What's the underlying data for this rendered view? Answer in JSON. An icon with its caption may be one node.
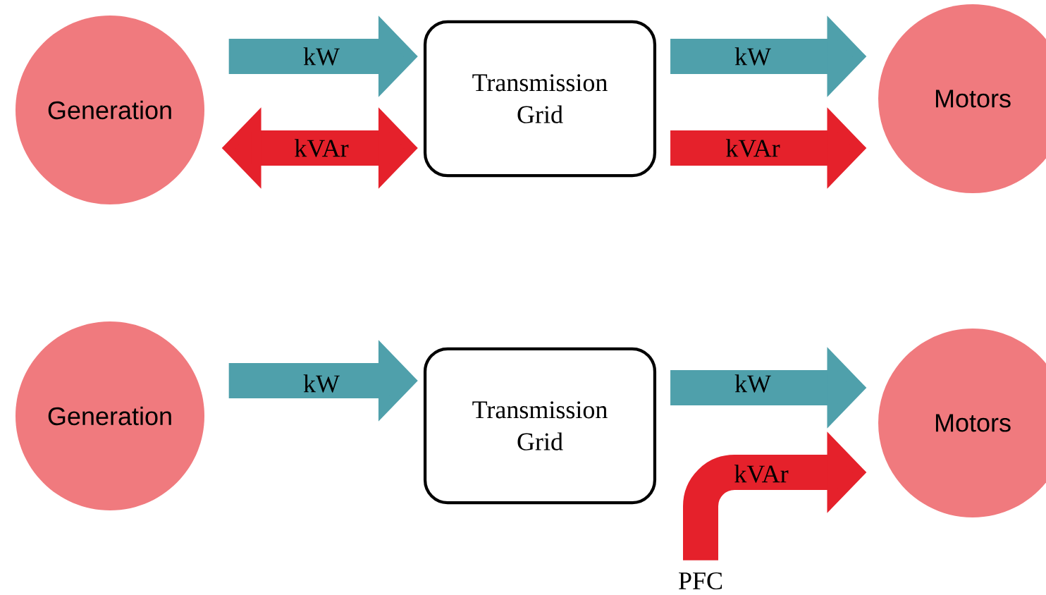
{
  "diagram": {
    "nodes": [
      {
        "text": [
          "Generation"
        ]
      },
      {
        "text": [
          "Transmission Grid"
        ]
      },
      {
        "text": [
          "Motors"
        ]
      },
      {
        "text": [
          "Generation"
        ]
      },
      {
        "text": [
          "Transmission Grid"
        ]
      },
      {
        "text": [
          "Motors"
        ]
      },
      {
        "text": [
          "PFC"
        ]
      }
    ],
    "edges": [
      {
        "from": 0,
        "to": 1,
        "arrow": "to",
        "label": "kW"
      },
      {
        "from": 0,
        "to": 1,
        "arrow": "both",
        "label": "kVAr",
        "color": "#e5212b"
      },
      {
        "from": 1,
        "to": 2,
        "arrow": "to",
        "label": "kW"
      },
      {
        "from": 1,
        "to": 2,
        "arrow": "to",
        "label": "kVAr",
        "color": "#e5212b"
      },
      {
        "from": 3,
        "to": 4,
        "arrow": "to",
        "label": "kW"
      },
      {
        "from": 4,
        "to": 5,
        "arrow": "to",
        "label": "kW"
      },
      {
        "from": 6,
        "to": 5,
        "arrow": "to",
        "label": "kVAr",
        "color": "#e5212b"
      }
    ]
  }
}
